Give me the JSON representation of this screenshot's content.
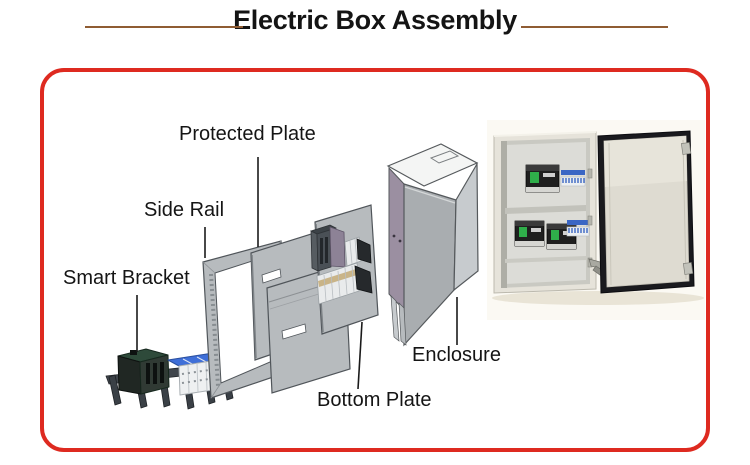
{
  "page": {
    "title": "Electric Box Assembly"
  },
  "diagram": {
    "parts": [
      {
        "id": "protected-plate",
        "name": "Protected Plate"
      },
      {
        "id": "side-rail",
        "name": "Side Rail"
      },
      {
        "id": "smart-bracket",
        "name": "Smart Bracket"
      },
      {
        "id": "enclosure",
        "name": "Enclosure"
      },
      {
        "id": "bottom-plate",
        "name": "Bottom Plate"
      }
    ]
  },
  "colors": {
    "frame_border": "#de2a20",
    "title_rule": "#8f5c33",
    "label_text": "#151515",
    "part_gray": "#b7bbbe",
    "enclosure_purple": "#9b8fa1",
    "breaker_blue": "#3a66c4",
    "breaker_green": "#2fae4a",
    "cabinet_beige": "#dedbd1"
  }
}
